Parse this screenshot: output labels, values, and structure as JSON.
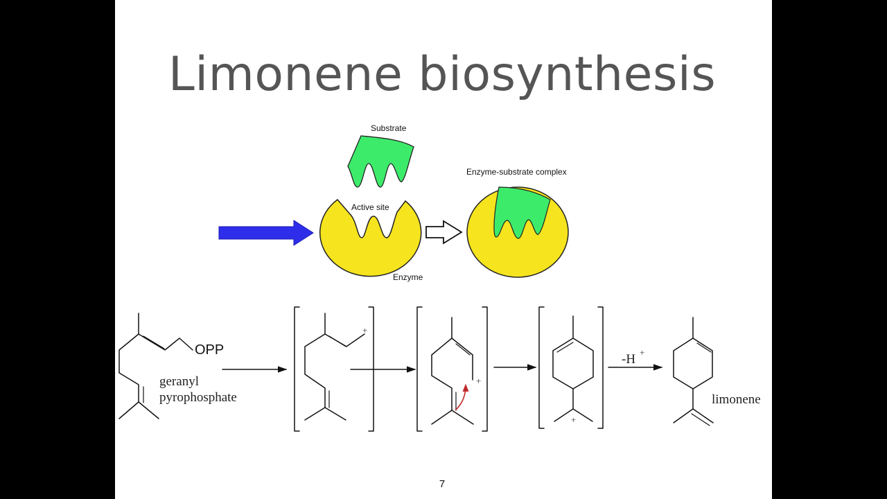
{
  "slide": {
    "title": "Limonene biosynthesis",
    "page_number": "7"
  },
  "enzyme_diagram": {
    "substrate_label": "Substrate",
    "active_site_label": "Active site",
    "enzyme_label": "Enzyme",
    "complex_label": "Enzyme-substrate complex"
  },
  "reaction": {
    "opp_label": "OPP",
    "reactant_name_line1": "geranyl",
    "reactant_name_line2": "pyrophosphate",
    "deprotonation_label": "-H",
    "plus_sign": "+",
    "product_name": "limonene"
  },
  "colors": {
    "enzyme_fill": "#F5E41E",
    "substrate_fill": "#3DEB6B",
    "pointer_arrow": "#2E2EEA",
    "curved_arrow": "#C0282A",
    "title_text": "#555555"
  }
}
